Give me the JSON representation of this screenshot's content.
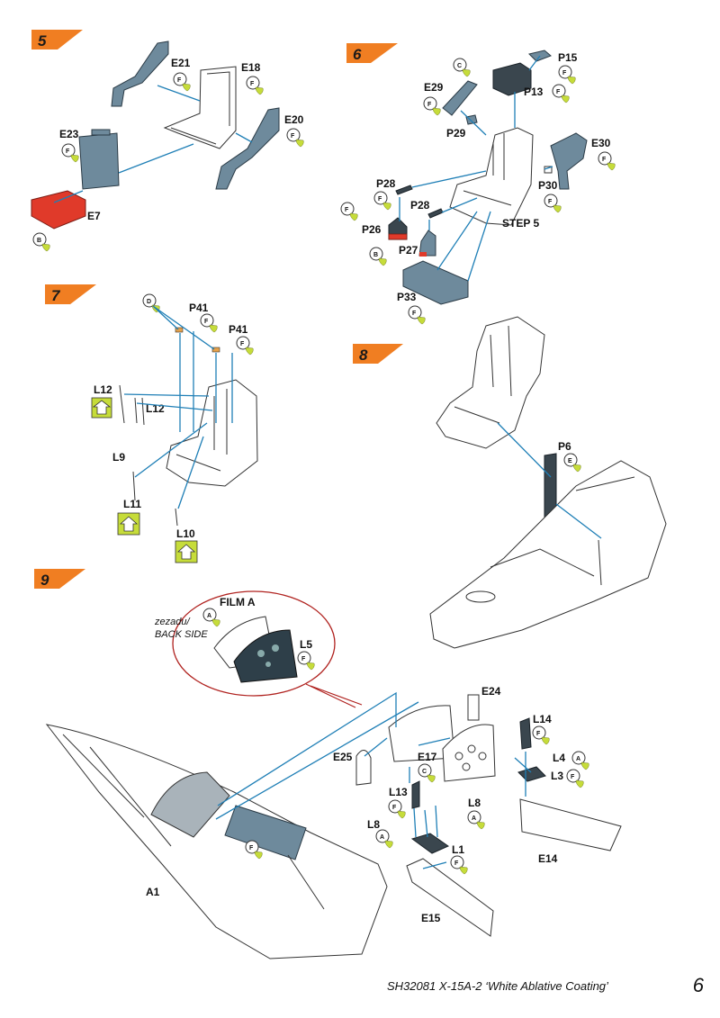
{
  "steps": [
    "5",
    "6",
    "7",
    "8",
    "9"
  ],
  "colors": {
    "step_flag": "#f07e22",
    "leader": "#1f7fb6",
    "part_grey": "#6e8a9c",
    "seat_cushion": "#e03a2a",
    "decal_badge": "#c6dc3a",
    "detail_circle": "#b0221f"
  },
  "step5": {
    "parts": [
      "E21",
      "E18",
      "E20",
      "E23",
      "E7"
    ],
    "color_codes": {
      "E21": "F",
      "E18": "F",
      "E20": "F",
      "E23": "F",
      "E7": "B"
    }
  },
  "step6": {
    "parts": [
      "P15",
      "P13",
      "E29",
      "P29",
      "E30",
      "P30",
      "P28",
      "P28",
      "P26",
      "P27",
      "P33"
    ],
    "color_codes": {
      "P15": "F",
      "P13": "F",
      "E29": "F",
      "E30": "F",
      "P30": "F",
      "P28": "F",
      "P26": "B",
      "P27": "F",
      "P33": "F",
      "top": "C"
    },
    "ref": "STEP 5"
  },
  "step7": {
    "parts": [
      "P41",
      "P41",
      "L12",
      "L12",
      "L9",
      "L11",
      "L10"
    ],
    "color_codes": {
      "P41_a": "F",
      "P41_b": "F",
      "top": "D"
    }
  },
  "step8": {
    "parts": [
      "P6"
    ],
    "color_codes": {
      "P6": "E"
    }
  },
  "step9": {
    "parts": [
      "FILM A",
      "L5",
      "E24",
      "L14",
      "E25",
      "E17",
      "L4",
      "L3",
      "L13",
      "L8",
      "L8",
      "L1",
      "E14",
      "E15",
      "A1"
    ],
    "color_codes": {
      "FILM A": "A",
      "L5": "F",
      "L14": "F",
      "E17": "C",
      "L4": "A",
      "L3": "F",
      "L13": "F",
      "L8_a": "A",
      "L8_b": "A",
      "L1": "F",
      "A1": "F"
    },
    "note_line1": "zezadu/",
    "note_line2": "BACK SIDE"
  },
  "footer": {
    "text": "SH32081 X-15A-2 ‘White Ablative Coating’",
    "page": "6"
  }
}
